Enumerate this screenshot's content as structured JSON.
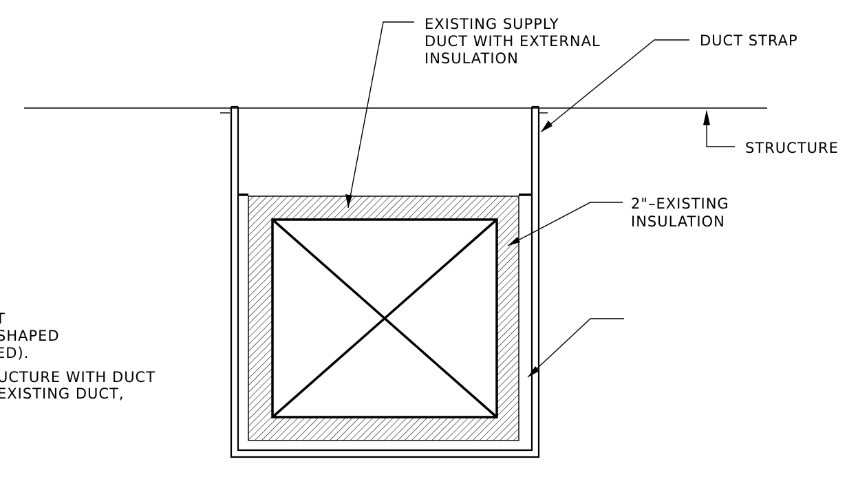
{
  "labels": {
    "supply_duct": [
      "EXISTING  SUPPLY",
      "DUCT  WITH  EXTERNAL",
      "INSULATION"
    ],
    "duct_strap": "DUCT  STRAP",
    "structure": "STRUCTURE",
    "insulation": [
      "2\"–EXISTING",
      "INSULATION"
    ],
    "clipped_note": [
      "T",
      "SHAPED",
      "ED).",
      "UCTURE  WITH  DUCT",
      "  EXISTING  DUCT,"
    ]
  }
}
